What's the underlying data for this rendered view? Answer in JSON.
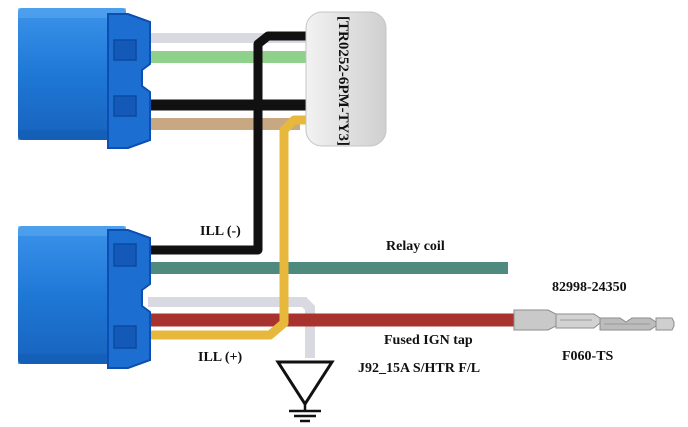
{
  "labels": {
    "connector_part": "[TR0252-6PM-TY3]",
    "ill_minus": "ILL (-)",
    "relay_coil": "Relay coil",
    "terminal_part": "82998-24350",
    "fused_ign": "Fused IGN tap",
    "ill_plus": "ILL (+)",
    "fuse": "J92_15A S/HTR F/L",
    "terminal_type": "F060-TS"
  },
  "colors": {
    "connector_blue": "#1f78d6",
    "connector_dark": "#0d4fb0",
    "wire_white": "#d9d9e2",
    "wire_green": "#8fd08a",
    "wire_black": "#111111",
    "wire_tan": "#c8a882",
    "wire_yellow": "#e8b83c",
    "wire_teal": "#4f8a7e",
    "wire_red": "#a8322e",
    "plug_grey": "#e3e3e3",
    "terminal_metal": "#b9b9b9"
  },
  "icons": {
    "ground": "ground-symbol-icon",
    "terminal": "crimp-terminal-icon"
  }
}
